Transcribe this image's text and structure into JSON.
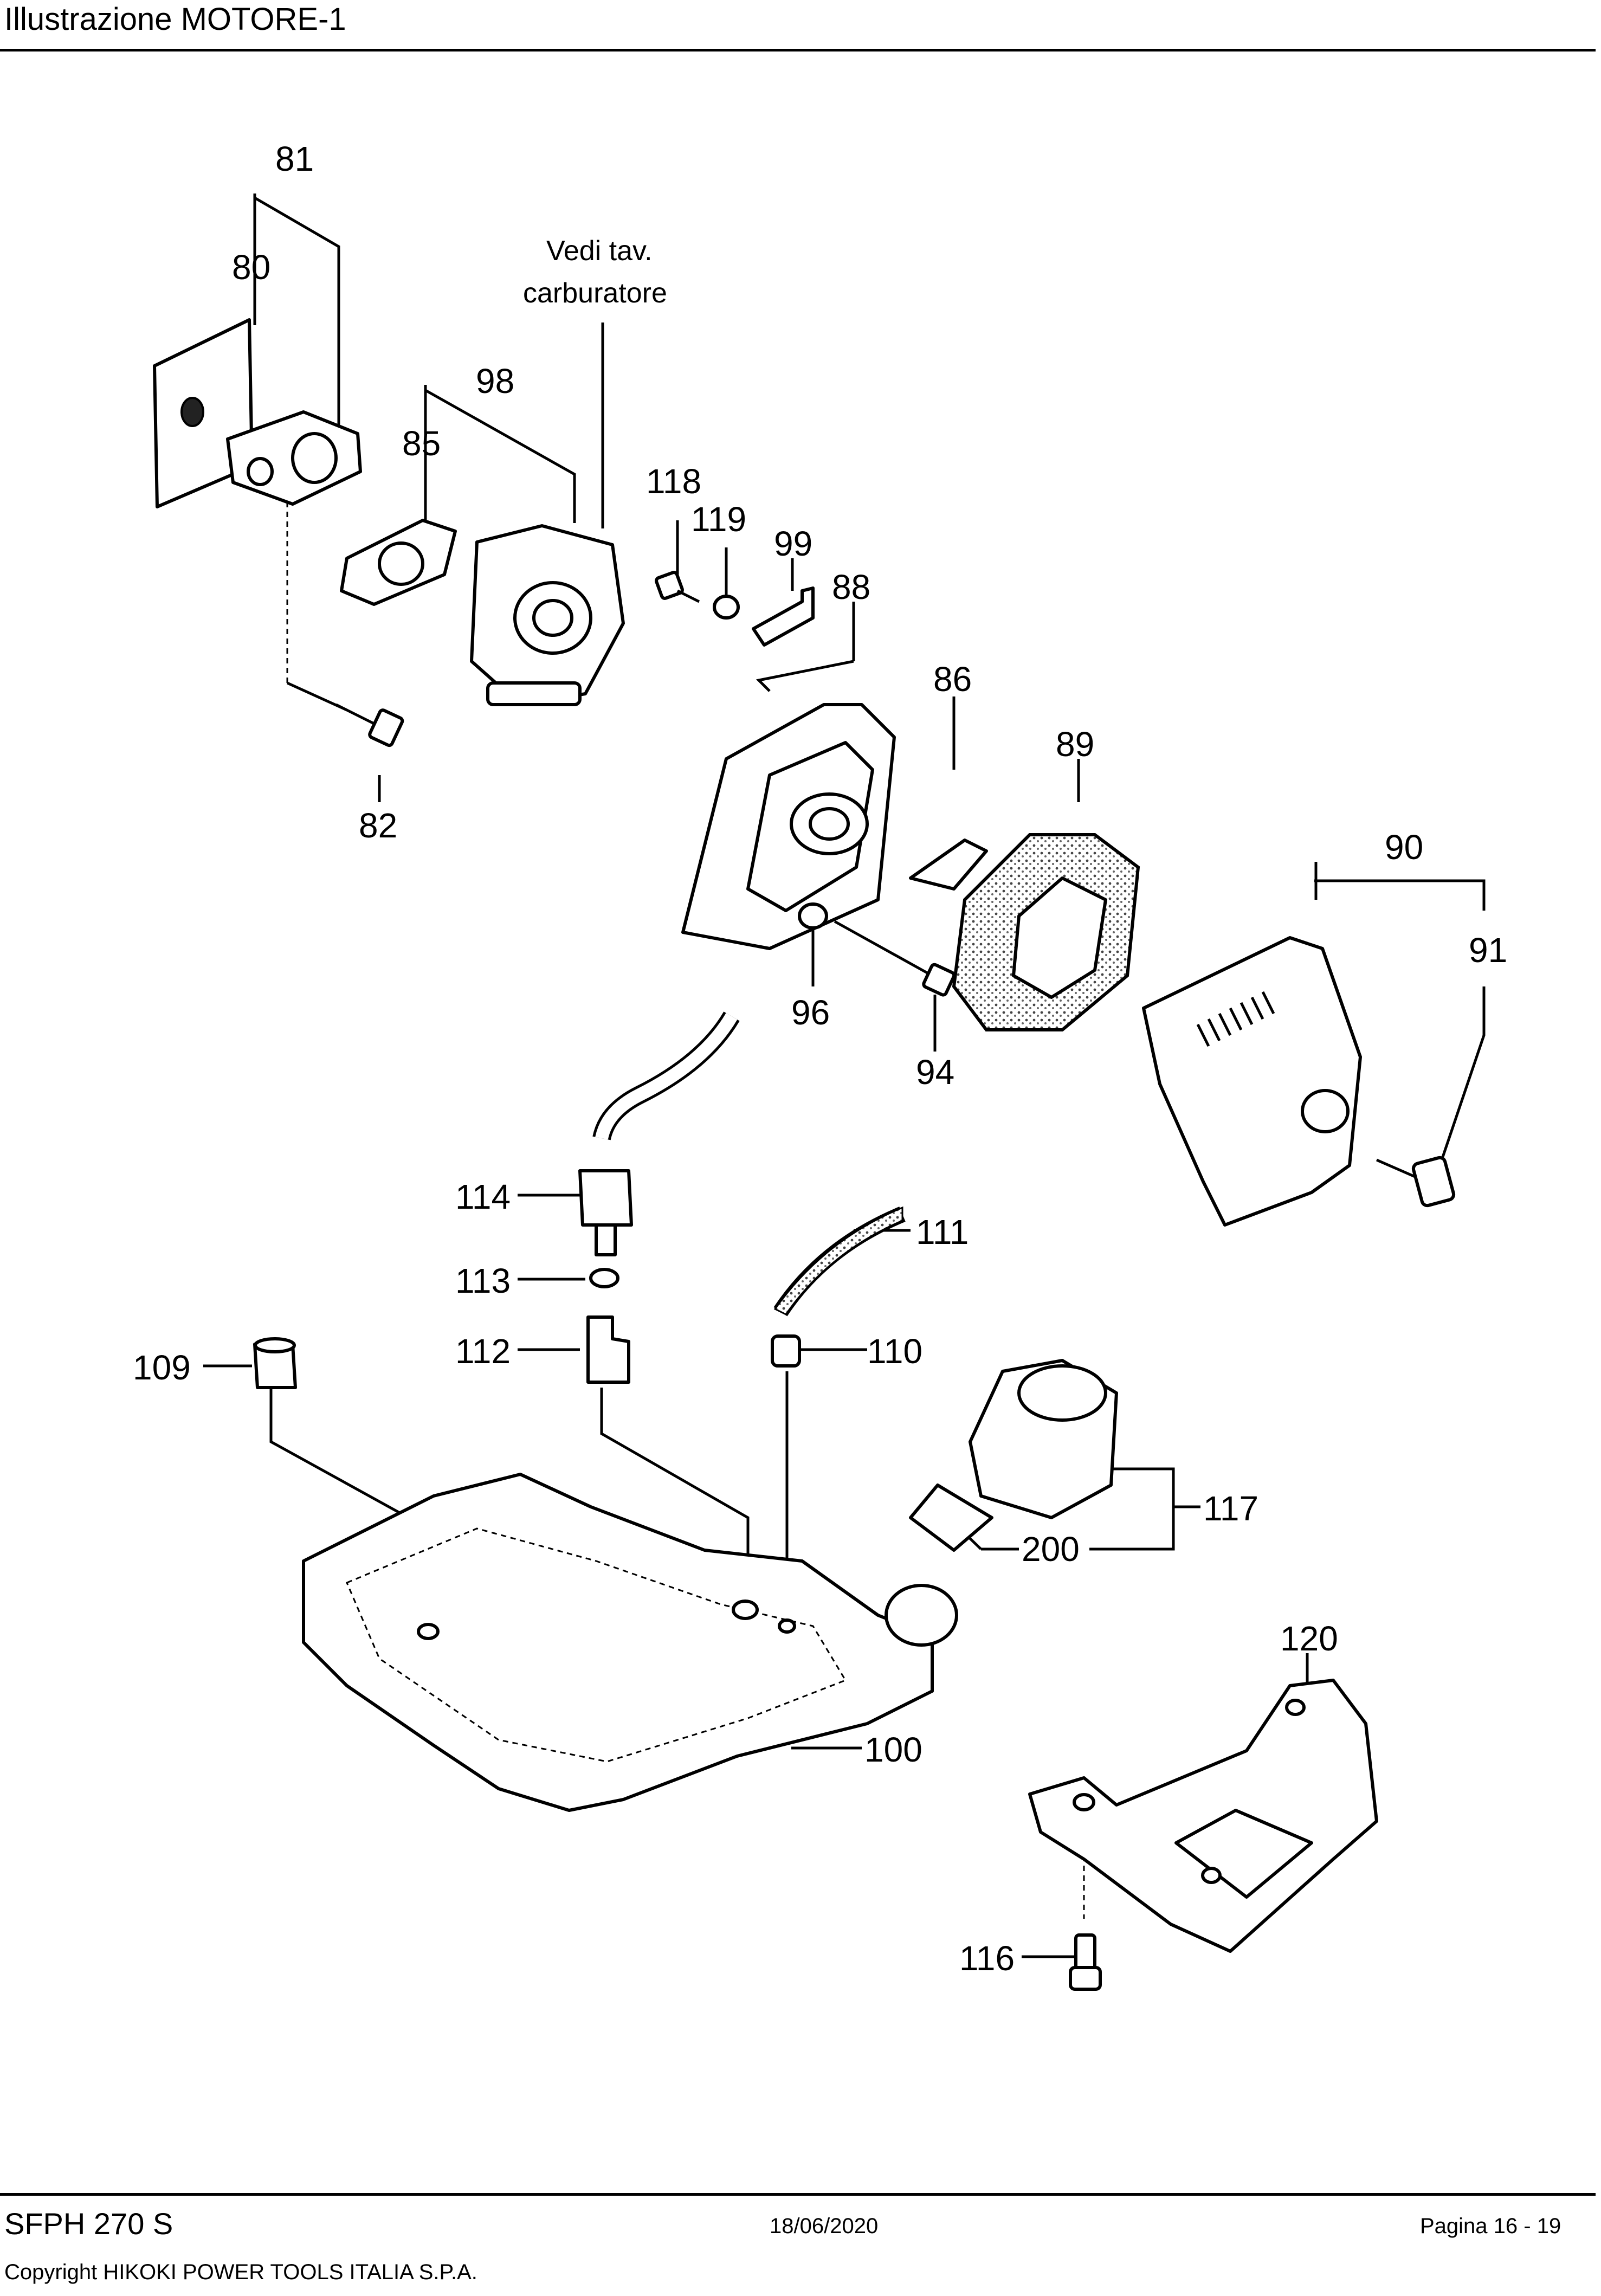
{
  "header": {
    "title": "Illustrazione  MOTORE-1"
  },
  "diagram": {
    "note_line1": "Vedi tav.",
    "note_line2": "carburatore",
    "labels": [
      "81",
      "80",
      "98",
      "85",
      "118",
      "119",
      "99",
      "88",
      "86",
      "89",
      "90",
      "91",
      "82",
      "96",
      "94",
      "114",
      "111",
      "113",
      "112",
      "110",
      "109",
      "117",
      "200",
      "120",
      "100",
      "116"
    ]
  },
  "footer": {
    "model": "SFPH 270 S",
    "date": "18/06/2020",
    "page": "Pagina 16 - 19",
    "copyright": "Copyright HIKOKI POWER TOOLS ITALIA S.P.A."
  }
}
